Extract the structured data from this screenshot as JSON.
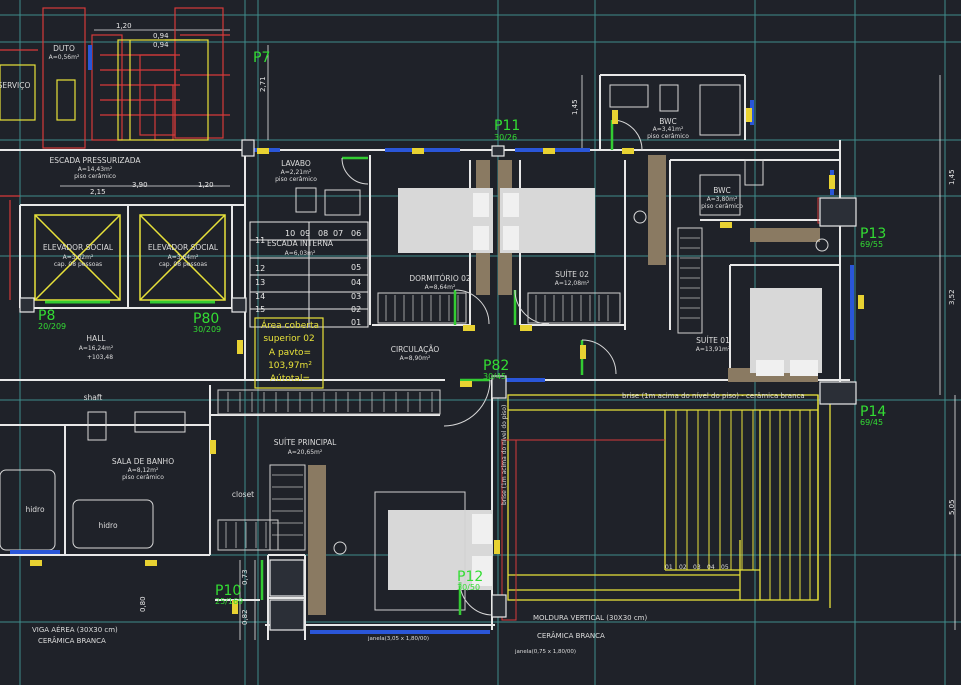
{
  "colors": {
    "background": "#1f2229",
    "grid": "#3f8c8c",
    "wall": "#e8e8e8",
    "dimension": "#d63a3a",
    "pillar_label": "#33dd33",
    "room_label": "#dcdcdc",
    "window": "#2a56d8",
    "door": "#33cc33",
    "stair": "#e8e8e8",
    "yellow": "#e8e23a",
    "wood": "#8a7a62",
    "furniture": "#d8d8d8",
    "tag": "#e8d232"
  },
  "pillars": [
    {
      "name": "P7",
      "size": ""
    },
    {
      "name": "P11",
      "size": "30/26"
    },
    {
      "name": "P8",
      "size": "20/209"
    },
    {
      "name": "P80",
      "size": "30/209"
    },
    {
      "name": "P82",
      "size": "30/45"
    },
    {
      "name": "P13",
      "size": "69/55"
    },
    {
      "name": "P14",
      "size": "69/45"
    },
    {
      "name": "P10",
      "size": "25/169"
    },
    {
      "name": "P12",
      "size": "30/50"
    }
  ],
  "rooms": {
    "duto": {
      "name": "DUTO",
      "area": "A=0,56m²"
    },
    "servico": {
      "name": "SERVIÇO"
    },
    "escada_pressurizada": {
      "name": "ESCADA PRESSURIZADA",
      "area": "A=14,43m²",
      "finish": "piso cerâmico"
    },
    "elevador1": {
      "name": "ELEVADOR SOCIAL",
      "area": "A=3,62m²",
      "capacity": "cap. 08 pessoas"
    },
    "elevador2": {
      "name": "ELEVADOR SOCIAL",
      "area": "A=3,64m²",
      "capacity": "cap. 08 pessoas"
    },
    "lavabo": {
      "name": "LAVABO",
      "area": "A=2,21m²",
      "finish": "piso cerâmico"
    },
    "escada_interna": {
      "name": "ESCADA INTERNA",
      "area": "A=6,03m²"
    },
    "dormitorio02": {
      "name": "DORMITÓRIO 02",
      "area": "A=8,64m²"
    },
    "suite02": {
      "name": "SUÍTE 02",
      "area": "A=12,08m²"
    },
    "bwc1": {
      "name": "BWC",
      "area": "A=3,41m²",
      "finish": "piso cerâmico"
    },
    "bwc2": {
      "name": "BWC",
      "area": "A=3,80m²",
      "finish": "piso cerâmico"
    },
    "suite01": {
      "name": "SUÍTE 01",
      "area": "A=13,91m²"
    },
    "hall": {
      "name": "HALL",
      "area": "A=16,24m²",
      "level": "+103,48"
    },
    "circulacao": {
      "name": "CIRCULAÇÃO",
      "area": "A=8,90m²"
    },
    "suite_principal": {
      "name": "SUÍTE PRINCIPAL",
      "area": "A=20,65m²"
    },
    "sala_banho": {
      "name": "SALA DE BANHO",
      "area": "A=8,12m²",
      "finish": "piso cerâmico"
    },
    "closet": {
      "name": "closet"
    },
    "hidro": {
      "name": "hidro"
    },
    "hidro2": {
      "name": "hidro"
    },
    "shaft": {
      "name": "shaft"
    }
  },
  "area_tag": {
    "line1": "Área coberta",
    "line2": "superior 02",
    "line3": "A pavto=",
    "line4": "103,97m²",
    "line5": "Aútotal="
  },
  "stair_steps": [
    "10",
    "09",
    "08",
    "07",
    "06",
    "11",
    "05",
    "12",
    "04",
    "13",
    "03",
    "14",
    "02",
    "15",
    "01"
  ],
  "annotations": {
    "brise": "brise (1m acima do nível do piso) - cerâmica branca",
    "brise_vertical": "brise (1m acima do nível do piso)",
    "moldura": "MOLDURA VERTICAL (30X30 cm)",
    "moldura2": "CERÂMICA BRANCA",
    "viga": "VIGA AÉREA (30X30 cm)",
    "viga2": "CERÂMICA BRANCA",
    "janela1": "janela(3,05 x 1,80/00)",
    "janela2": "janela(0,75 x 1,80/00)",
    "steps": [
      "01",
      "02",
      "03",
      "04",
      "05"
    ]
  },
  "dimensions": {
    "d_271": "2,71",
    "d_145a": "1,45",
    "d_145b": "1,45",
    "d_352": "3,52",
    "d_505": "5,05",
    "d_120": "1,20",
    "d_094a": "0,94",
    "d_094b": "0,94",
    "d_073": "0,73",
    "d_082": "0,82",
    "d_215": "2,15",
    "d_390": "3,90",
    "d_120b": "1,20",
    "d_080": "0,80"
  }
}
